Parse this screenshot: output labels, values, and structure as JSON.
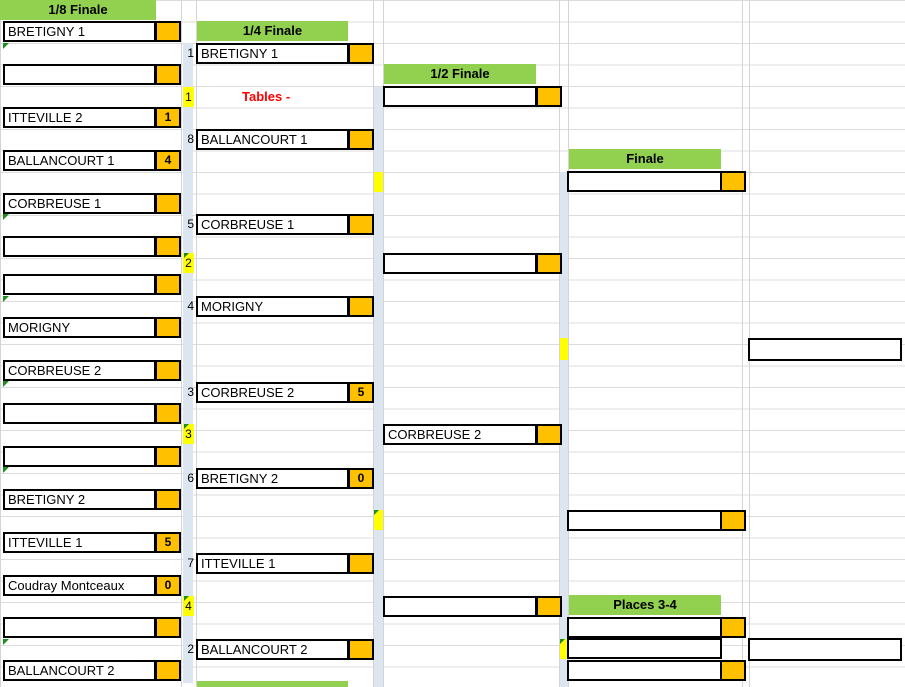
{
  "headers": {
    "r16": "1/8 Finale",
    "qf": "1/4 Finale",
    "sf": "1/2 Finale",
    "final": "Finale",
    "places34": "Places 3-4"
  },
  "tables_label": "Tables  -",
  "r16": [
    {
      "team": "BRETIGNY 1",
      "score": ""
    },
    {
      "team": "",
      "score": ""
    },
    {
      "team": "ITTEVILLE 2",
      "score": "1"
    },
    {
      "team": "BALLANCOURT 1",
      "score": "4"
    },
    {
      "team": "CORBREUSE 1",
      "score": ""
    },
    {
      "team": "",
      "score": ""
    },
    {
      "team": "",
      "score": ""
    },
    {
      "team": "MORIGNY",
      "score": ""
    },
    {
      "team": "CORBREUSE 2",
      "score": ""
    },
    {
      "team": "",
      "score": ""
    },
    {
      "team": "",
      "score": ""
    },
    {
      "team": "BRETIGNY 2",
      "score": ""
    },
    {
      "team": "ITTEVILLE 1",
      "score": "5"
    },
    {
      "team": "Coudray Montceaux",
      "score": "0"
    },
    {
      "team": "",
      "score": ""
    },
    {
      "team": "BALLANCOURT 2",
      "score": ""
    }
  ],
  "match_numbers": [
    "1",
    "2",
    "3",
    "4"
  ],
  "qf": [
    {
      "num": "1",
      "team": "BRETIGNY 1",
      "score": ""
    },
    {
      "num": "8",
      "team": "BALLANCOURT 1",
      "score": ""
    },
    {
      "num": "5",
      "team": "CORBREUSE 1",
      "score": ""
    },
    {
      "num": "4",
      "team": "MORIGNY",
      "score": ""
    },
    {
      "num": "3",
      "team": "CORBREUSE 2",
      "score": "5"
    },
    {
      "num": "6",
      "team": "BRETIGNY 2",
      "score": "0"
    },
    {
      "num": "7",
      "team": "ITTEVILLE 1",
      "score": ""
    },
    {
      "num": "2",
      "team": "BALLANCOURT 2",
      "score": ""
    }
  ],
  "sf": [
    {
      "team": "",
      "score": ""
    },
    {
      "team": "",
      "score": ""
    },
    {
      "team": "CORBREUSE 2",
      "score": ""
    },
    {
      "team": "",
      "score": ""
    }
  ],
  "final": [
    {
      "team": "",
      "score": ""
    },
    {
      "team": "",
      "score": ""
    }
  ],
  "places34": [
    {
      "team": "",
      "score": ""
    },
    {
      "team": "",
      "score": ""
    }
  ],
  "winner": {
    "team": ""
  },
  "third": {
    "team": ""
  }
}
